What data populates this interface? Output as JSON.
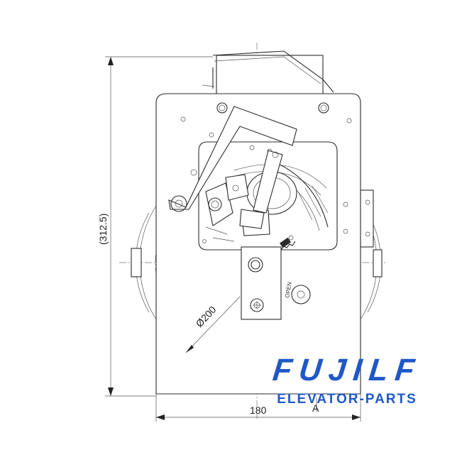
{
  "diagram": {
    "dimensions": {
      "height_label": "(312.5)",
      "width_label": "180",
      "diameter_label": "Ø200",
      "section_marker": "A"
    },
    "part_mark": "OPEN"
  },
  "watermark": {
    "brand": "FUJILF",
    "tagline": "ELEVATOR-PARTS",
    "color": "#1f58c8"
  }
}
